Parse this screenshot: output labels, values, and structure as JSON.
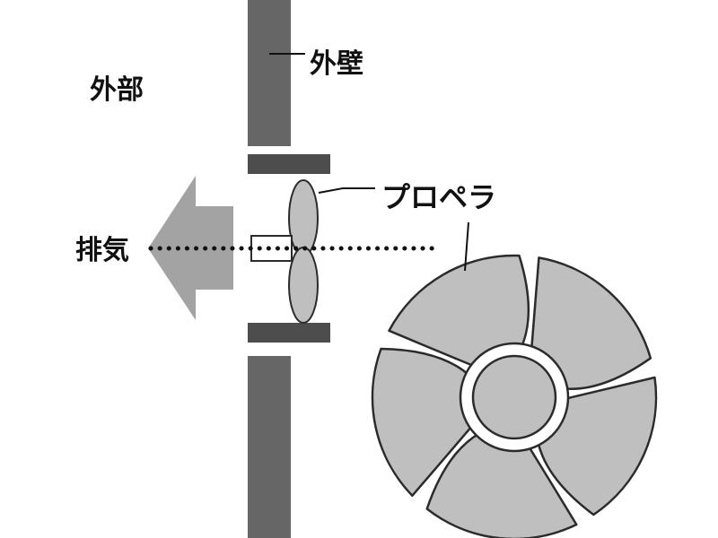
{
  "labels": {
    "outside": "外部",
    "outer_wall": "外壁",
    "propeller": "プロペラ",
    "exhaust": "排気"
  },
  "fan_blade_count": 5,
  "colors": {
    "wall": "#666666",
    "wall_cap": "#4d4d4d",
    "arrow": "#a3a3a3",
    "propeller_fill": "#bfbfbf",
    "outline": "#2b2b2b",
    "text": "#111111",
    "background": "#ffffff"
  }
}
